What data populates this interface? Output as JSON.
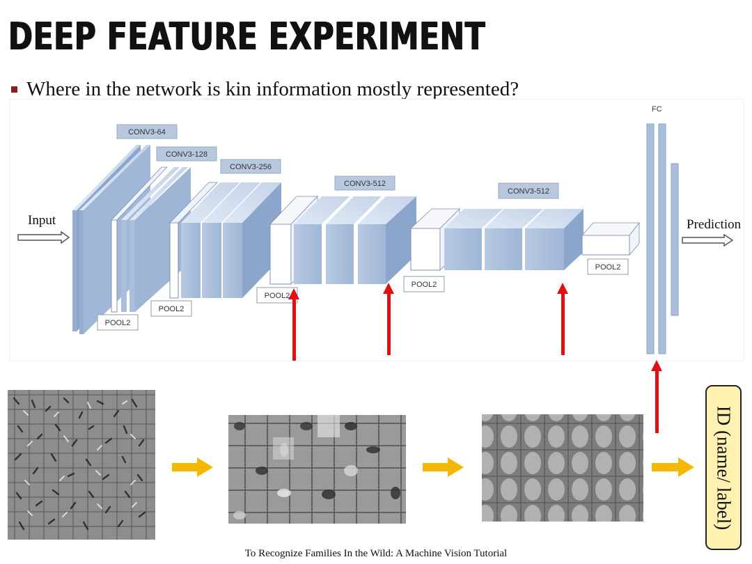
{
  "slide": {
    "title": "DEEP FEATURE EXPERIMENT",
    "bullet": "Where in the network is kin information mostly represented?",
    "footer": "To Recognize Families In the Wild: A Machine Vision Tutorial"
  },
  "network": {
    "input_label": "Input",
    "output_label": "Prediction",
    "fc_label": "FC",
    "conv_labels": [
      "CONV3-64",
      "CONV3-128",
      "CONV3-256",
      "CONV3-512",
      "CONV3-512"
    ],
    "pool_labels": [
      "POOL2",
      "POOL2",
      "POOL2",
      "POOL2",
      "POOL2"
    ]
  },
  "feature_panels": {
    "result_label": "ID (name/ label)"
  },
  "colors": {
    "block_face": "#a9bedb",
    "block_side": "#8aa3c7",
    "highlight_arrow": "#e01010",
    "flow_arrow": "#f5b800",
    "id_box_fill": "#fff2b0"
  }
}
